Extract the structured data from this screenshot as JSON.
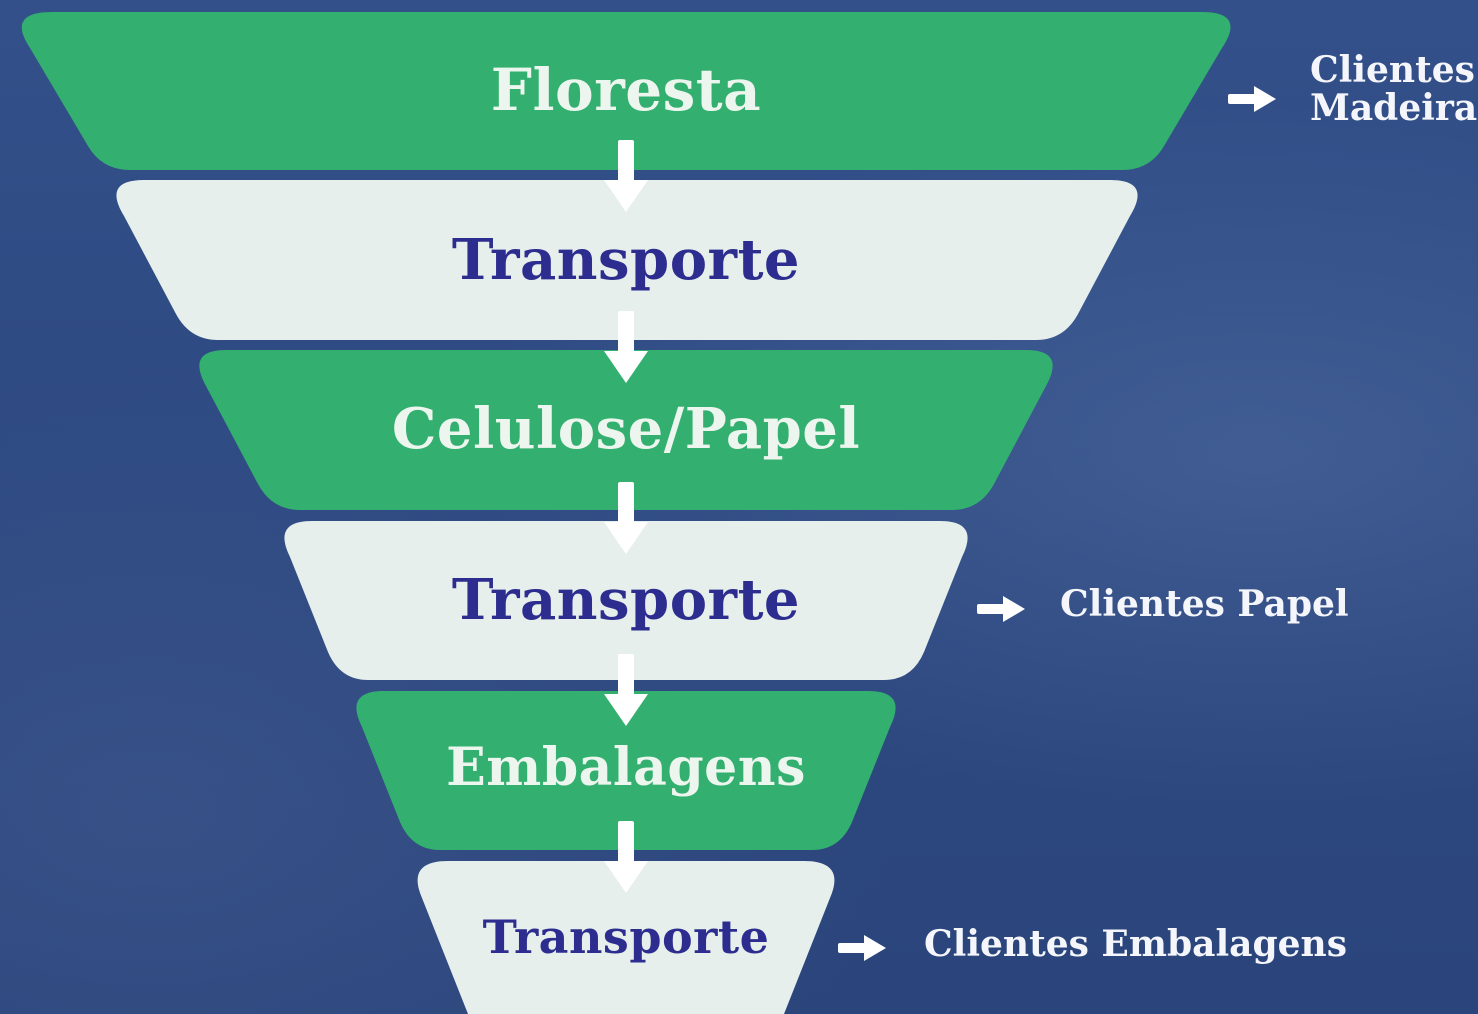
{
  "colors": {
    "background": "#2f4b82",
    "green": "#33b06f",
    "light": "#e6efec",
    "green_text": "#edf6ee",
    "light_text": "#2d2d8f",
    "arrow": "#ffffff"
  },
  "layers": [
    {
      "label": "Floresta",
      "style": "green"
    },
    {
      "label": "Transporte",
      "style": "light"
    },
    {
      "label": "Celulose/Papel",
      "style": "green"
    },
    {
      "label": "Transporte",
      "style": "light"
    },
    {
      "label": "Embalagens",
      "style": "green"
    },
    {
      "label": "Transporte",
      "style": "light"
    }
  ],
  "clients": [
    {
      "line1": "Clientes",
      "line2": "Madeira"
    },
    {
      "line1": "Clientes Papel"
    },
    {
      "line1": "Clientes Embalagens"
    }
  ],
  "icons": {
    "flow_arrow": "arrow-down-icon",
    "client_arrow": "arrow-right-icon"
  }
}
